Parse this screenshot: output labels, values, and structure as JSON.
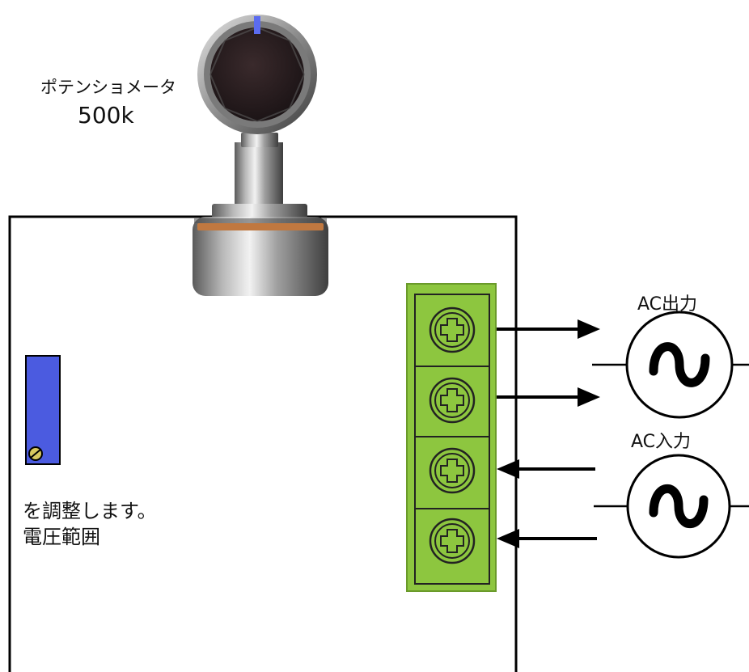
{
  "potentiometer": {
    "name": "ポテンショメータ",
    "value": "500k"
  },
  "ac_output": {
    "label": "AC出力"
  },
  "ac_input": {
    "label": "AC入力"
  },
  "trimmer": {
    "caption_line1": "を調整します。",
    "caption_line2": "電圧範囲"
  },
  "terminal_block": {
    "screw_count": 4
  },
  "colors": {
    "terminal_block": "#8dc63f",
    "trimmer_body": "#4b5be0",
    "knob_indicator": "#5b6cf0",
    "copper_ring": "#c07840",
    "outline": "#000000"
  }
}
